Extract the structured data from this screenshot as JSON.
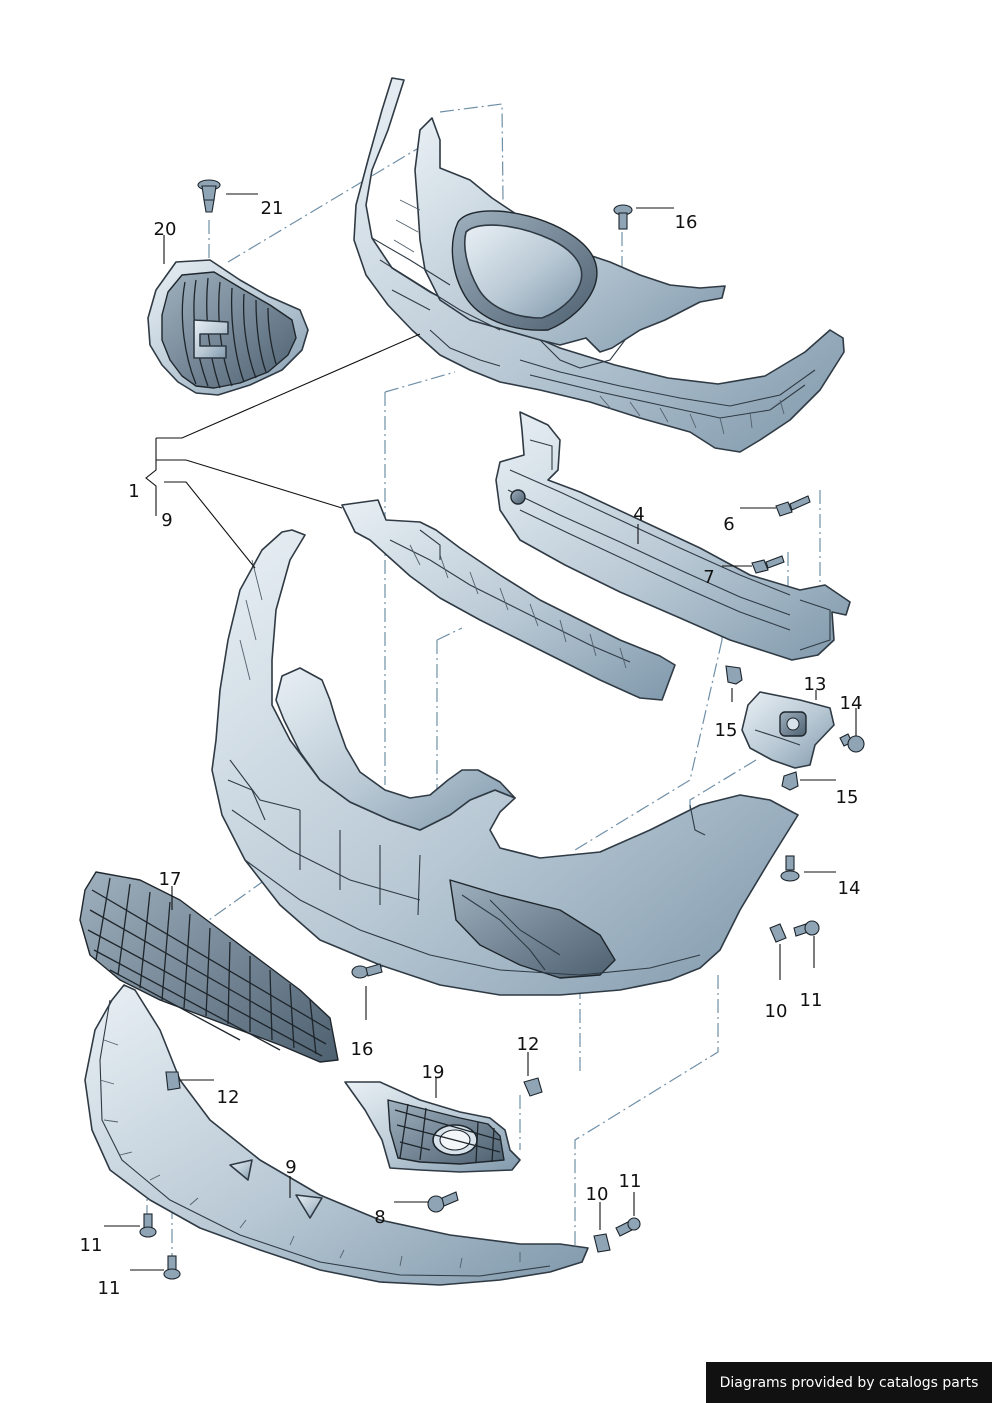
{
  "callouts": [
    {
      "id": "c21",
      "label": "21"
    },
    {
      "id": "c20",
      "label": "20"
    },
    {
      "id": "c16a",
      "label": "16"
    },
    {
      "id": "c1",
      "label": "1"
    },
    {
      "id": "c9a",
      "label": "9"
    },
    {
      "id": "c4",
      "label": "4"
    },
    {
      "id": "c6",
      "label": "6"
    },
    {
      "id": "c7",
      "label": "7"
    },
    {
      "id": "c13",
      "label": "13"
    },
    {
      "id": "c14a",
      "label": "14"
    },
    {
      "id": "c15a",
      "label": "15"
    },
    {
      "id": "c15b",
      "label": "15"
    },
    {
      "id": "c14b",
      "label": "14"
    },
    {
      "id": "c17",
      "label": "17"
    },
    {
      "id": "c10a",
      "label": "10"
    },
    {
      "id": "c11a",
      "label": "11"
    },
    {
      "id": "c16b",
      "label": "16"
    },
    {
      "id": "c12a",
      "label": "12"
    },
    {
      "id": "c19",
      "label": "19"
    },
    {
      "id": "c12b",
      "label": "12"
    },
    {
      "id": "c9b",
      "label": "9"
    },
    {
      "id": "c8",
      "label": "8"
    },
    {
      "id": "c10b",
      "label": "10"
    },
    {
      "id": "c11b",
      "label": "11"
    },
    {
      "id": "c11c",
      "label": "11"
    },
    {
      "id": "c11d",
      "label": "11"
    }
  ],
  "footer": {
    "text": "Diagrams provided by catalogs parts"
  }
}
